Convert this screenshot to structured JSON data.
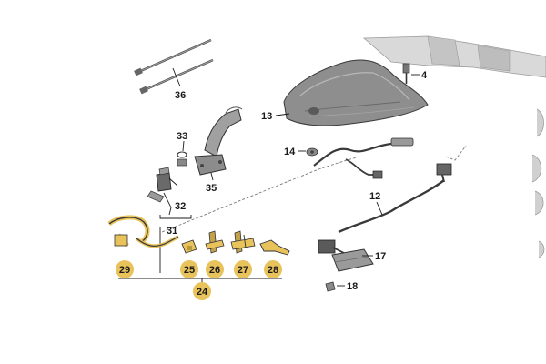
{
  "diagram": {
    "colors": {
      "highlight": "#e8c25a",
      "part_gray": "#8c8c8c",
      "part_dark": "#4a4a4a",
      "background_parts": "#cfcfcf"
    },
    "labels": {
      "p4": "4",
      "p12": "12",
      "p13": "13",
      "p14": "14",
      "p17": "17",
      "p18": "18",
      "p24": "24",
      "p25": "25",
      "p26": "26",
      "p27": "27",
      "p28": "28",
      "p29": "29",
      "p31": "31",
      "p32": "32",
      "p33": "33",
      "p35": "35",
      "p36": "36"
    }
  }
}
